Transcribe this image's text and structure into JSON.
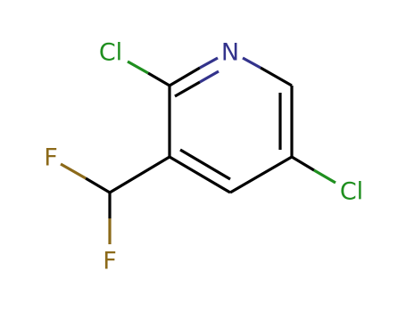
{
  "molecule": {
    "colors": {
      "carbon": "#000000",
      "nitrogen": "#33338c",
      "chlorine": "#1f8f1f",
      "fluorine": "#8c6a1a"
    },
    "atoms": {
      "n1": {
        "symbol": "N",
        "element": "nitrogen"
      },
      "cl2": {
        "symbol": "Cl",
        "element": "chlorine"
      },
      "cl5": {
        "symbol": "Cl",
        "element": "chlorine"
      },
      "f1": {
        "symbol": "F",
        "element": "fluorine"
      },
      "f2": {
        "symbol": "F",
        "element": "fluorine"
      }
    }
  }
}
